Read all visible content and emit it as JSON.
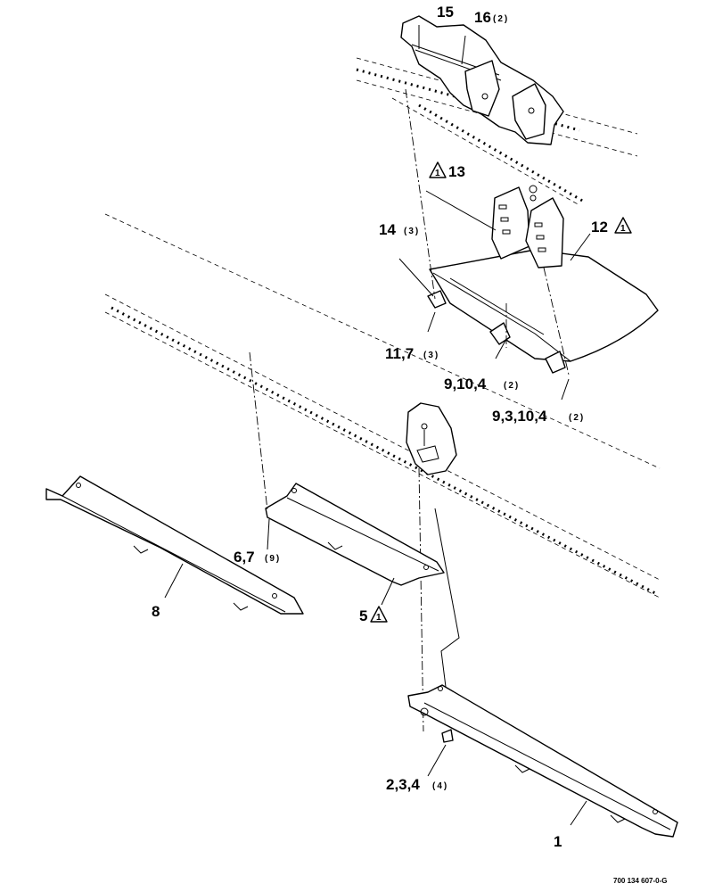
{
  "callouts": {
    "c15": "15",
    "c16": "16",
    "c16_qty": "(2)",
    "c13": "13",
    "c12": "12",
    "c14": "14",
    "c14_qty": "(3)",
    "c11_7": "11,7",
    "c11_7_qty": "(3)",
    "c9_10_4": "9,10,4",
    "c9_10_4_qty": "(2)",
    "c9_3_10_4": "9,3,10,4",
    "c9_3_10_4_qty": "(2)",
    "c6_7": "6,7",
    "c6_7_qty": "(9)",
    "c8": "8",
    "c5": "5",
    "c2_3_4": "2,3,4",
    "c2_3_4_qty": "(4)",
    "c1": "1"
  },
  "note_symbol_number": "1",
  "figure_id": "700 134 607-0-G"
}
